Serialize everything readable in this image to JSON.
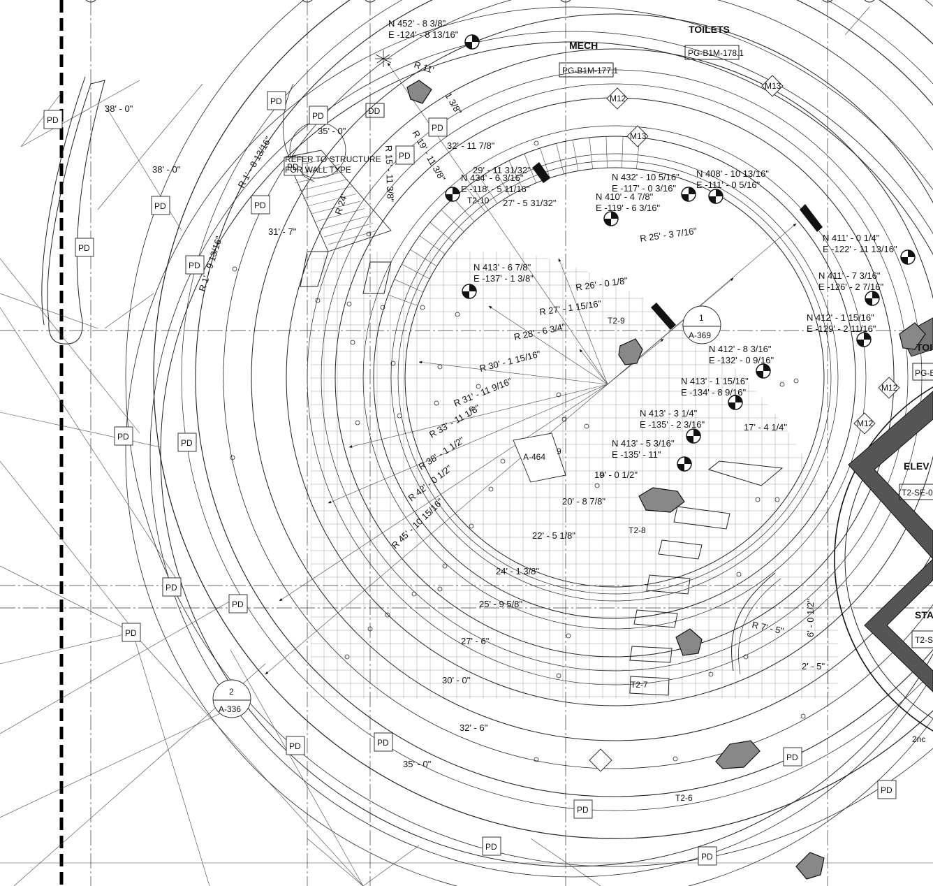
{
  "rooms": [
    {
      "id": "mech",
      "name": "MECH",
      "ref": "PG-B1M-177.1"
    },
    {
      "id": "toilets",
      "name": "TOILETS",
      "ref": "PG-B1M-178.1"
    }
  ],
  "edge_labels": [
    "TOI",
    "PG-B",
    "ELEV",
    "T2-SE-0",
    "STA",
    "T2-S"
  ],
  "note_lines": [
    "REFER TO STRUCTURE",
    "FOR WALL TYPE"
  ],
  "small_tags": [
    "DD",
    "2nc"
  ],
  "coords": [
    {
      "n": "N 452' - 8 3/8\"",
      "e": "E -124' - 8 13/16\""
    },
    {
      "n": "N 434' - 6 3/16\"",
      "e": "E -118' - 5 11/16\""
    },
    {
      "n": "N 432' - 10 5/16\"",
      "e": "E -117' - 0 3/16\""
    },
    {
      "n": "N 408' - 10 13/16\"",
      "e": "E -111' - 0 5/16\""
    },
    {
      "n": "N 410' - 4 7/8\"",
      "e": "E -119' - 6 3/16\""
    },
    {
      "n": "N 411' - 0 1/4\"",
      "e": "E -122' - 11 13/16\""
    },
    {
      "n": "N 411' - 7 3/16\"",
      "e": "E -126' - 2 7/16\""
    },
    {
      "n": "N 413' - 6 7/8\"",
      "e": "E -137' - 1 3/8\""
    },
    {
      "n": "N 412' - 1 15/16\"",
      "e": "E -129' - 2 11/16\""
    },
    {
      "n": "N 412' - 8 3/16\"",
      "e": "E -132' - 0 9/16\""
    },
    {
      "n": "N 413' - 1 15/16\"",
      "e": "E -134' - 8 9/16\""
    },
    {
      "n": "N 413' - 3 1/4\"",
      "e": "E -135' - 2 3/16\""
    },
    {
      "n": "N 413' - 5 3/16\"",
      "e": "E -135' - 11\""
    }
  ],
  "dims": [
    "38' - 0\"",
    "35' - 0\"",
    "38' - 0\"",
    "31' - 7\"",
    "32' - 11 7/8\"",
    "29' - 11 31/32\"",
    "27' - 5 31/32\"",
    "17' - 4 1/4\"",
    "19' - 0 1/2\"",
    "20' - 8 7/8\"",
    "22' - 5 1/8\"",
    "24' - 1 3/8\"",
    "25' - 9 5/8\"",
    "27' - 6\"",
    "30' - 0\"",
    "32' - 6\"",
    "35' - 0\"",
    "6' - 0 1/2\"",
    "2' - 5\""
  ],
  "radii": [
    "R 11'",
    "1 3/8\"",
    "R 19' - 11 3/8\"",
    "R 15' - 11 3/8\"",
    "R 1' - 8 13/16\"",
    "R 1' - 9 13/16\"",
    "R 24'",
    "R 25' - 3 7/16\"",
    "R 26' - 0 1/8\"",
    "R 27' - 1 15/16\"",
    "R 28' - 6 3/4\"",
    "R 30' - 1 15/16\"",
    "R 31' - 11 9/16\"",
    "R 33' - 11 1/8\"",
    "R 38' - 1 1/2\"",
    "R 42' - 0 1/2\"",
    "R 45' - 10 15/16\"",
    "R 7' - 5\""
  ],
  "tree_tags": [
    "T2-10",
    "T2-9",
    "T2-8",
    "T2-7",
    "T2-6"
  ],
  "section_markers": [
    {
      "num": "1",
      "sheet": "A-369"
    },
    {
      "num": "2",
      "sheet": "A-336"
    },
    {
      "num": "9",
      "sheet": "A-464"
    }
  ],
  "plant_code": "PD",
  "equipment_tags": [
    "M12",
    "M13",
    "M13",
    "M12",
    "M12"
  ]
}
